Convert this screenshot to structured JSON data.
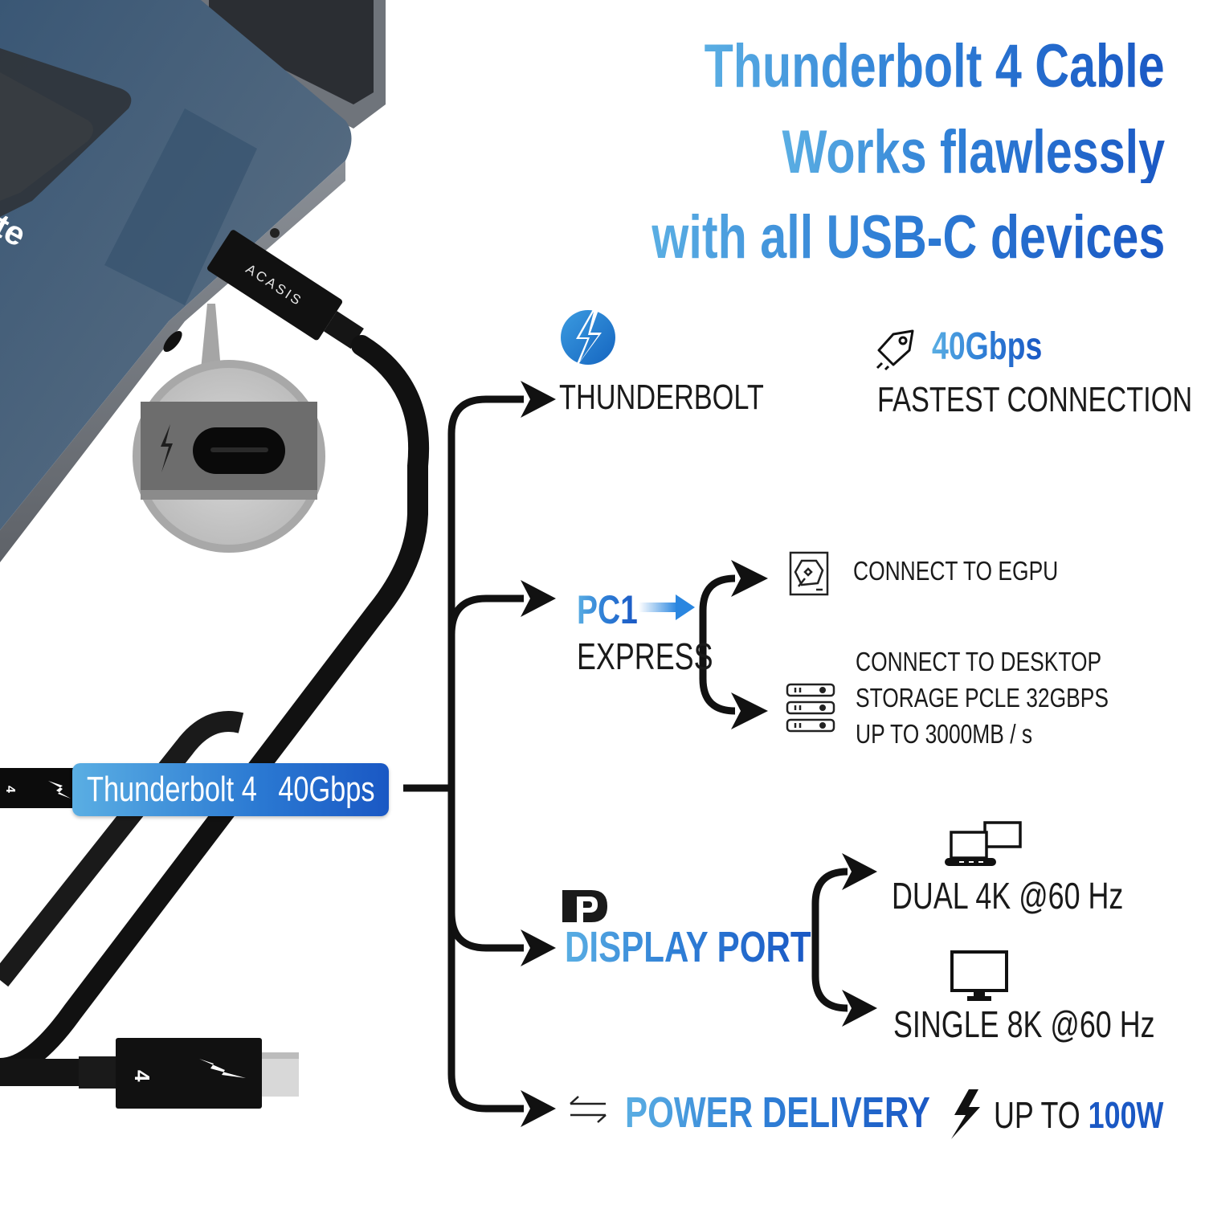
{
  "headline": {
    "line1": "Thunderbolt 4 Cable",
    "line2": "Works flawlessly",
    "line3": "with all USB-C devices"
  },
  "product": {
    "brand": "ACASIS",
    "port_closeup_icon": "thunderbolt-bolt-icon",
    "connector_marks": [
      "4",
      "thunderbolt-bolt-icon"
    ]
  },
  "badge": {
    "name": "Thunderbolt 4",
    "speed": "40Gbps"
  },
  "features": {
    "thunderbolt": {
      "icon": "thunderbolt-logo-icon",
      "label": "THUNDERBOLT"
    },
    "speed": {
      "icon": "rocket-icon",
      "value": "40Gbps",
      "label": "FASTEST CONNECTION"
    },
    "pcie": {
      "title": "PC1",
      "subtitle": "EXPRESS",
      "branches": [
        {
          "icon": "hard-drive-icon",
          "lines": [
            "CONNECT TO EGPU"
          ]
        },
        {
          "icon": "server-storage-icon",
          "lines": [
            "CONNECT TO DESKTOP",
            "STORAGE PCLE 32GBPS",
            "UP TO 3000MB / s"
          ]
        }
      ]
    },
    "displayport": {
      "icon": "displayport-logo-icon",
      "title": "DISPLAY PORT",
      "branches": [
        {
          "icon": "dual-monitor-icon",
          "label": "DUAL 4K @60 Hz"
        },
        {
          "icon": "monitor-icon",
          "label": "SINGLE 8K @60 Hz"
        }
      ]
    },
    "power": {
      "icon": "swap-arrows-icon",
      "title": "POWER DELIVERY",
      "bolt_icon": "lightning-icon",
      "prefix": "UP TO",
      "value": "100W"
    }
  },
  "colors": {
    "blue_light": "#5aaee3",
    "blue_mid": "#2f7fd6",
    "blue_dark": "#1a58c4",
    "text_dark": "#1a1a1a"
  }
}
